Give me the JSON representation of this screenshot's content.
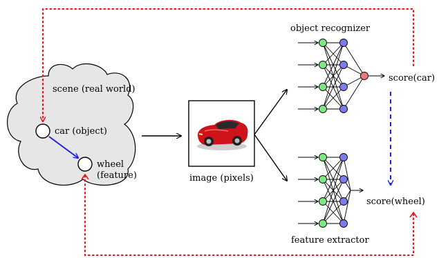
{
  "labels": {
    "scene": "scene (real world)",
    "car_object": "car (object)",
    "wheel": "wheel",
    "feature": "(feature)",
    "image": "image (pixels)",
    "object_recognizer": "object recognizer",
    "feature_extractor": "feature extractor",
    "score_car": "score(car)",
    "score_wheel": "score(wheel)"
  },
  "colors": {
    "input_node": "#7de87d",
    "hidden_node": "#7b7bea",
    "output_node": "#f07a7a",
    "scene_fill": "#e6e6e6",
    "red_dotted": "#e8141e",
    "blue_arrow": "#1f20e6",
    "car_body": "#d0121a"
  }
}
